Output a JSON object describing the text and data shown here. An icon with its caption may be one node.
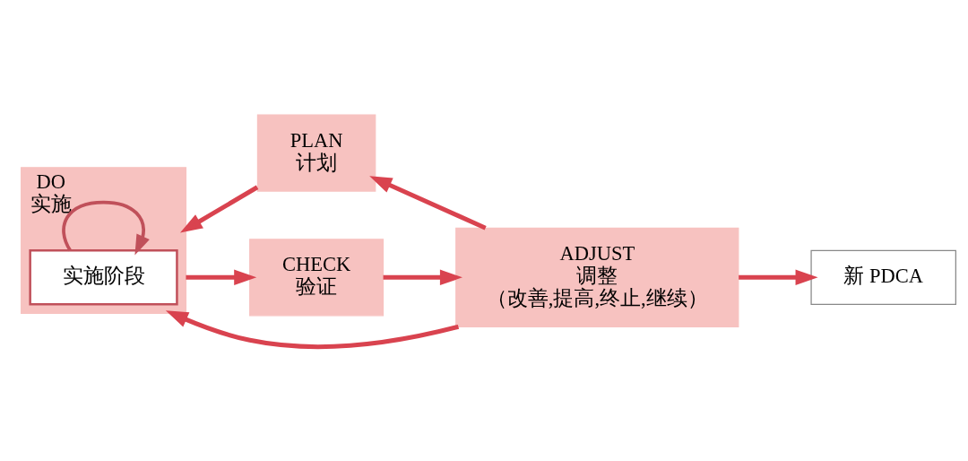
{
  "diagram": {
    "nodes": [
      {
        "text": [
          "PLAN",
          "计划"
        ]
      },
      {
        "text": [
          "DO",
          "实施"
        ]
      },
      {
        "text": [
          "实施阶段"
        ],
        "in": 1
      },
      {
        "text": [
          "CHECK",
          "验证"
        ]
      },
      {
        "text": [
          "ADJUST",
          "调整",
          "（改善,提高,终止,继续）"
        ]
      },
      {
        "text": [
          "新 PDCA"
        ]
      }
    ],
    "edges": [
      {
        "from": 0,
        "to": 1,
        "arrow": "to"
      },
      {
        "from": 1,
        "to": 3,
        "arrow": "to"
      },
      {
        "from": 3,
        "to": 4,
        "arrow": "to"
      },
      {
        "from": 4,
        "to": 0,
        "arrow": "to"
      },
      {
        "from": 4,
        "to": 1,
        "arrow": "to"
      },
      {
        "from": 4,
        "to": 5,
        "arrow": "to"
      },
      {
        "from": 2,
        "to": 2,
        "arrow": "to"
      }
    ]
  }
}
